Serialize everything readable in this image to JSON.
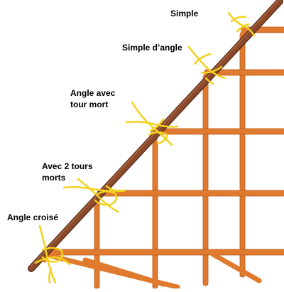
{
  "labels": {
    "simple": "Simple",
    "simple_angle": "Simple d’angle",
    "angle_turn": "Angle avec\ntour mort",
    "two_turns": "Avec 2 tours\nmorts",
    "crossed_angle": "Angle croisé"
  },
  "colors": {
    "rebar_main": "#8B4A2B",
    "rebar_secondary": "#E07A2E",
    "wire": "#F2D21E",
    "background": "#FFFFFF"
  }
}
